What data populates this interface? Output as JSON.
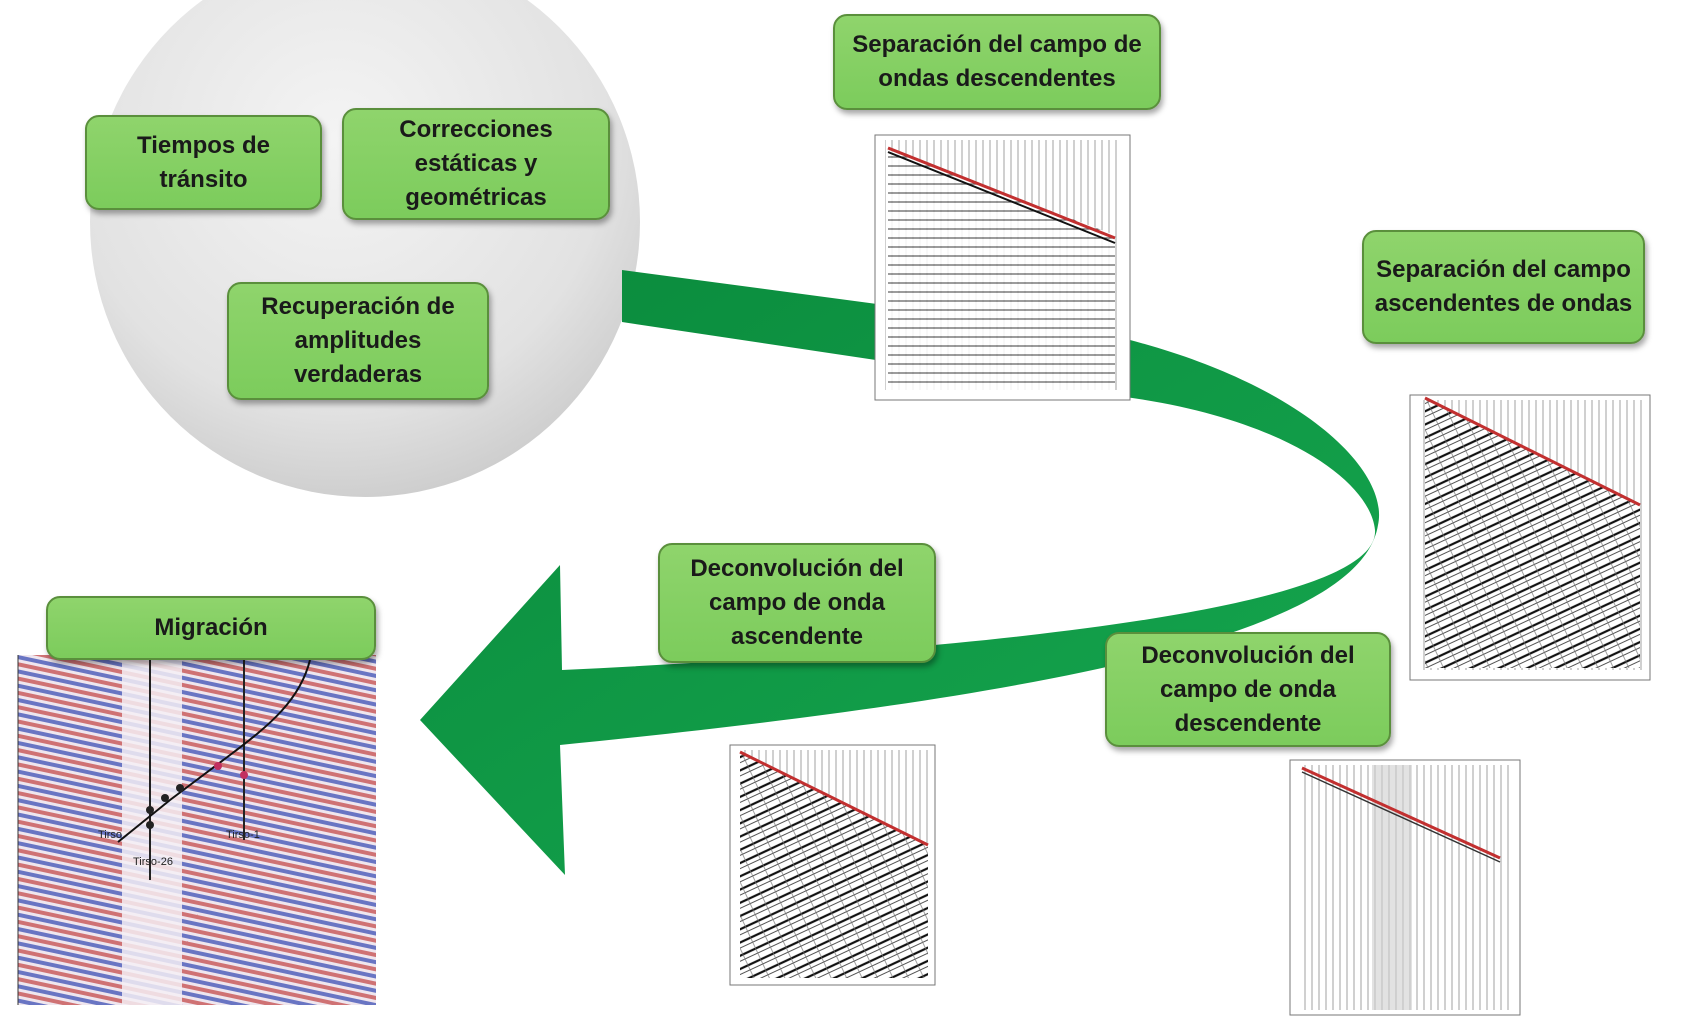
{
  "colors": {
    "box_fill": "#86d063",
    "box_border": "#5a8f3c",
    "arrow_green": "#0f9a45",
    "pick_line": "#c23030",
    "circle_fill": "#e4e4e4"
  },
  "steps": {
    "tiempos": "Tiempos de\ntránsito",
    "correcciones": "Correcciones\nestáticas y\ngeométricas",
    "recuperacion": "Recuperación de\namplitudes\nverdaderas",
    "separacion_desc": "Separación del campo de\nondas descendentes",
    "separacion_asc": "Separación del campo\nascendentes de ondas",
    "deconv_desc": "Deconvolución del\ncampo de onda\ndescendente",
    "deconv_asc": "Deconvolución del\ncampo de onda\nascendente",
    "migracion": "Migración"
  },
  "migration_labels": {
    "well_a": "Tirso-26",
    "well_b": "Tirso-1",
    "well_c": "Tirso"
  }
}
